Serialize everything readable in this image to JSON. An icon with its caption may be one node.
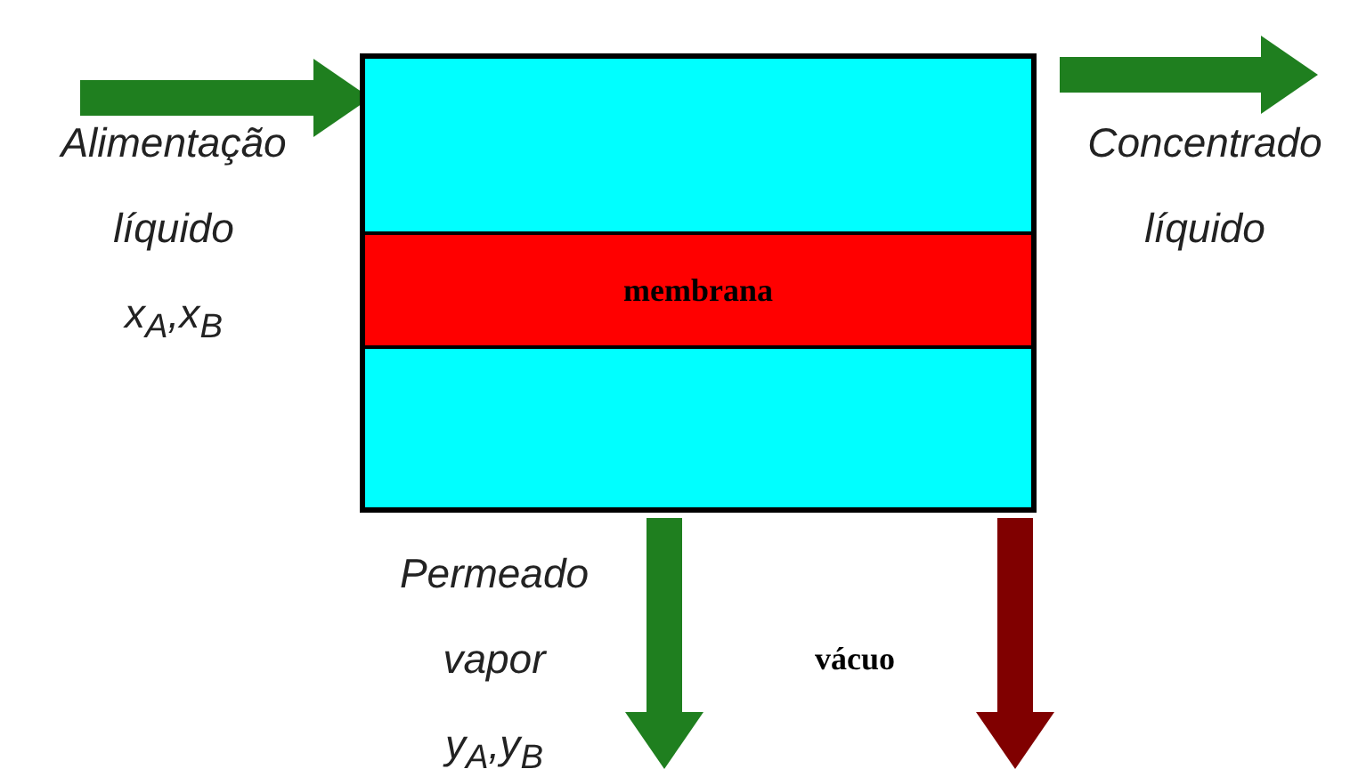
{
  "diagram": {
    "nodes": [
      {
        "text": [],
        "shape": "box"
      },
      {
        "text": [],
        "shape": "box",
        "in": 0
      },
      {
        "text": [
          "membrana"
        ],
        "in": 0
      },
      {
        "text": [],
        "shape": "box",
        "in": 0
      },
      {
        "text": [
          "Alimentação líquido",
          "x$_{A}$,x$_{B}$"
        ]
      },
      {
        "text": [
          "Concentrado líquido"
        ]
      },
      {
        "text": [
          "Permeado vapor",
          "y$_{A}$,y$_{B}$"
        ]
      },
      {
        "text": [
          "vácuo"
        ]
      }
    ],
    "edges": [
      {
        "from": 4,
        "to": 1,
        "arrow": "to"
      },
      {
        "from": 1,
        "to": 5,
        "arrow": "to"
      },
      {
        "from": 3,
        "to": 6,
        "arrow": "to"
      },
      {
        "from": 3,
        "to": 7,
        "arrow": "to",
        "color": "#800000"
      }
    ]
  }
}
